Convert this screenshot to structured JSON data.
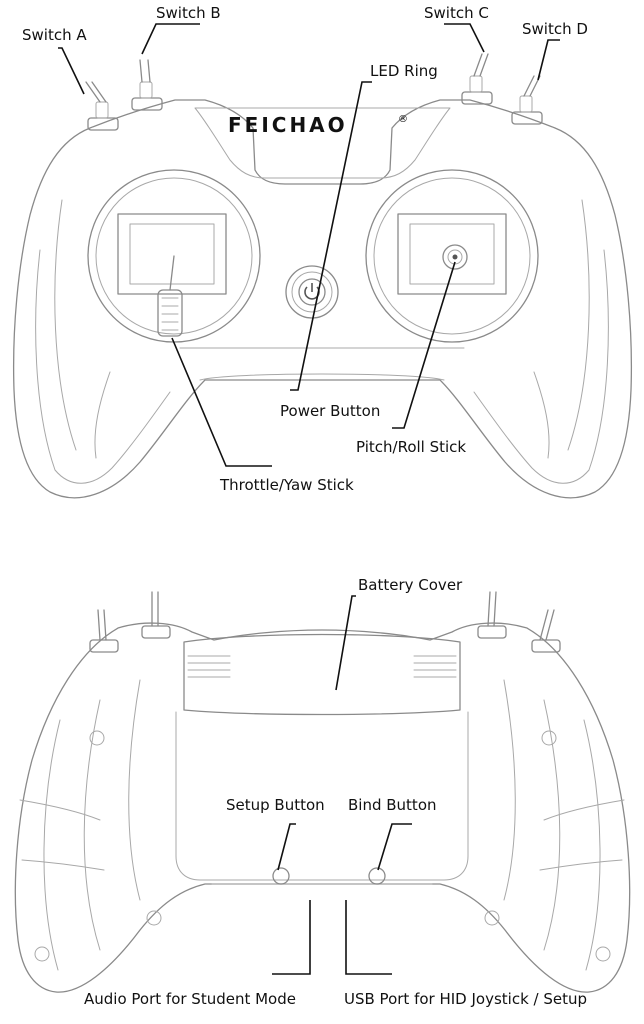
{
  "brand": {
    "name": "FEICHAO",
    "mark": "®"
  },
  "front_view": {
    "labels": {
      "switch_a": "Switch A",
      "switch_b": "Switch B",
      "switch_c": "Switch C",
      "switch_d": "Switch D",
      "led_ring": "LED Ring",
      "power_button": "Power Button",
      "pitch_roll_stick": "Pitch/Roll Stick",
      "throttle_yaw_stick": "Throttle/Yaw Stick"
    }
  },
  "back_view": {
    "labels": {
      "battery_cover": "Battery Cover",
      "setup_button": "Setup Button",
      "bind_button": "Bind Button",
      "audio_port": "Audio Port for Student Mode",
      "usb_port": "USB Port for HID Joystick / Setup"
    }
  }
}
